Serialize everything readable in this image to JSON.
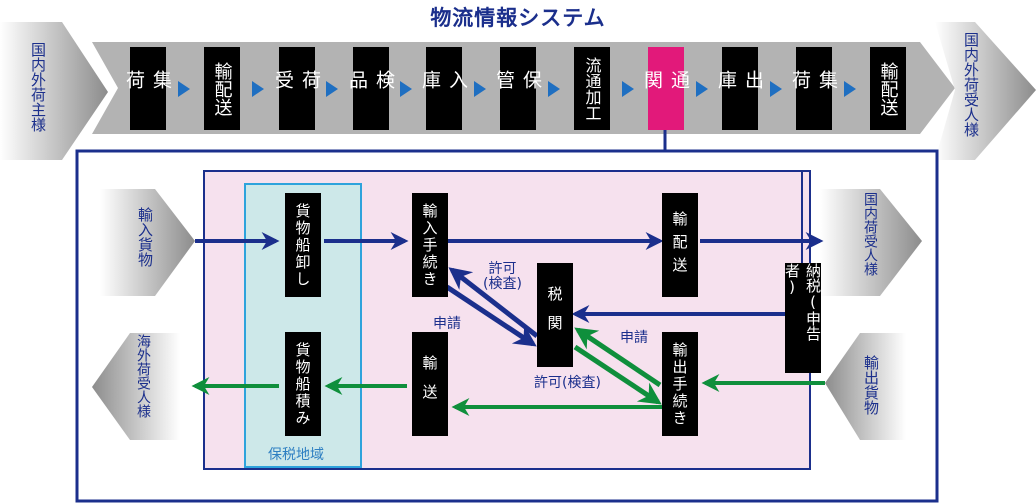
{
  "title": "物流情報システム",
  "pipeline": {
    "from_party": "国内外荷主様",
    "to_party": "国内外荷受人様",
    "steps": [
      {
        "label": "集荷",
        "active": false
      },
      {
        "label": "輸配送",
        "active": false
      },
      {
        "label": "荷受",
        "active": false
      },
      {
        "label": "検品",
        "active": false
      },
      {
        "label": "入庫",
        "active": false
      },
      {
        "label": "保管",
        "active": false
      },
      {
        "label": "流通加工",
        "active": false
      },
      {
        "label": "通関",
        "active": true
      },
      {
        "label": "出庫",
        "active": false
      },
      {
        "label": "集荷",
        "active": false
      },
      {
        "label": "輸配送",
        "active": false
      }
    ],
    "active_color": "#e2197a"
  },
  "detail": {
    "inputs": {
      "import_cargo": "輸入貨物",
      "export_cargo": "輸出貨物"
    },
    "outputs": {
      "domestic_consignee": "国内荷受人様",
      "overseas_consignee": "海外荷受人様"
    },
    "bonded_area_label": "保税地域",
    "nodes": {
      "unloading": "貨物船卸し",
      "loading": "貨物船積み",
      "import_procedure": "輸入手続き",
      "transport": "輸送",
      "customs": "税関",
      "delivery": "輸配送",
      "export_procedure": "輸出手続き",
      "tax_payment": "納税(申告者)"
    },
    "labels": {
      "import_apply": "申請",
      "import_permit_line1": "許可",
      "import_permit_line2": "(検査)",
      "export_apply": "申請",
      "export_permit": "許可(検査)"
    },
    "colors": {
      "import_flow": "#1b2f8c",
      "export_flow": "#0f8f3c",
      "customs_zone_bg": "#f6e1ee",
      "bonded_bg": "#cde8e9",
      "bonded_border": "#2ea3dc"
    }
  }
}
